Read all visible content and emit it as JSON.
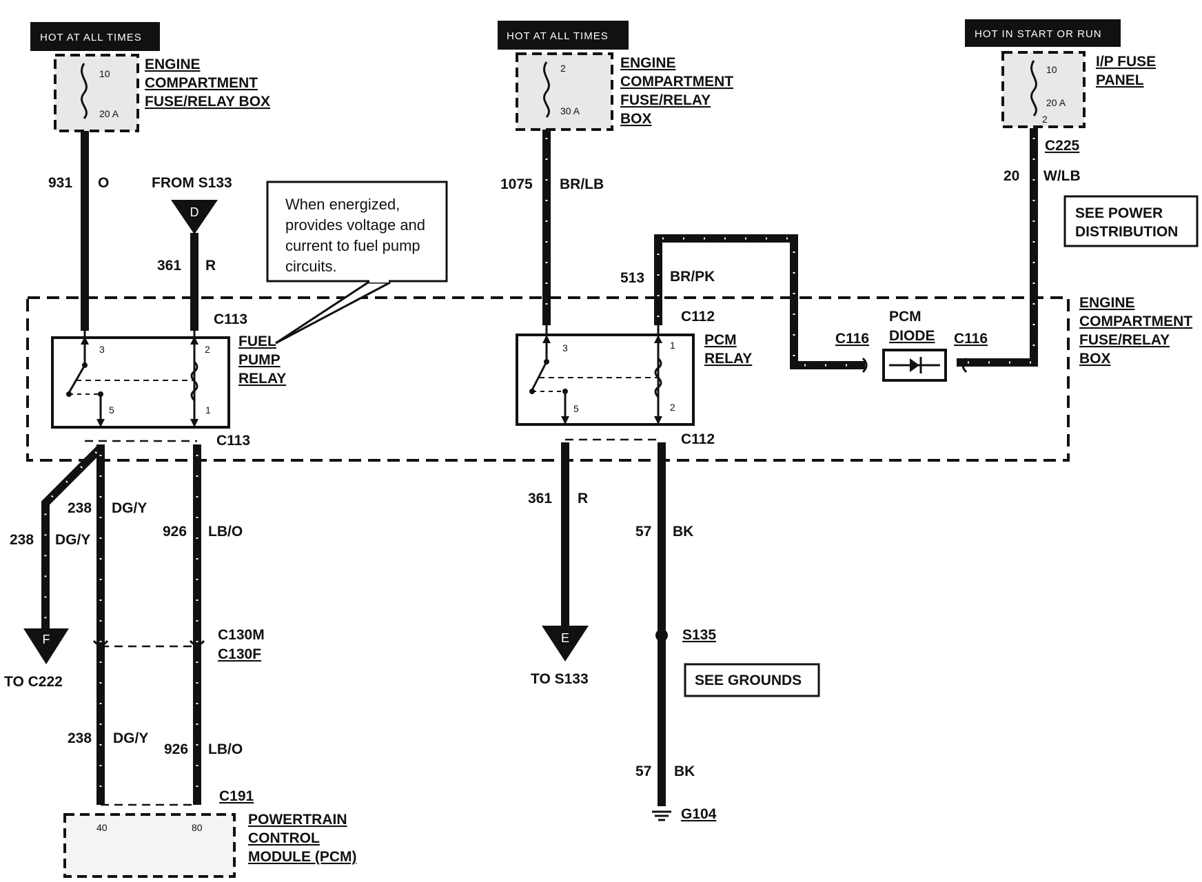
{
  "headers": {
    "hot1": "HOT AT ALL TIMES",
    "hot2": "HOT AT ALL TIMES",
    "hot3": "HOT IN START OR RUN"
  },
  "fuses": {
    "f1": {
      "num": "10",
      "amp": "20 A",
      "label": [
        "ENGINE",
        "COMPARTMENT",
        "FUSE/RELAY BOX"
      ]
    },
    "f2": {
      "num": "2",
      "amp": "30 A",
      "label": [
        "ENGINE",
        "COMPARTMENT",
        "FUSE/RELAY",
        "BOX"
      ]
    },
    "f3": {
      "num": "10",
      "amp": "20 A",
      "pin": "2",
      "label": [
        "I/P FUSE",
        "PANEL"
      ]
    }
  },
  "wires": {
    "w931": {
      "num": "931",
      "color": "O"
    },
    "w361a": {
      "num": "361",
      "color": "R"
    },
    "w1075": {
      "num": "1075",
      "color": "BR/LB"
    },
    "w513": {
      "num": "513",
      "color": "BR/PK"
    },
    "w20": {
      "num": "20",
      "color": "W/LB"
    },
    "w238a": {
      "num": "238",
      "color": "DG/Y"
    },
    "w238b": {
      "num": "238",
      "color": "DG/Y"
    },
    "w926a": {
      "num": "926",
      "color": "LB/O"
    },
    "w238c": {
      "num": "238",
      "color": "DG/Y"
    },
    "w926b": {
      "num": "926",
      "color": "LB/O"
    },
    "w361b": {
      "num": "361",
      "color": "R"
    },
    "w57a": {
      "num": "57",
      "color": "BK"
    },
    "w57b": {
      "num": "57",
      "color": "BK"
    }
  },
  "connectors": {
    "c113a": "C113",
    "c113b": "C113",
    "c112a": "C112",
    "c112b": "C112",
    "c116a": "C116",
    "c116b": "C116",
    "c225": "C225",
    "c130m": "C130M",
    "c130f": "C130F",
    "c191": "C191",
    "s135": "S135",
    "g104": "G104"
  },
  "from_s133": "FROM S133",
  "arrow_d": "D",
  "arrow_e": "E",
  "arrow_f": "F",
  "to_s133": "TO S133",
  "to_c222": "TO C222",
  "callout": [
    "When energized,",
    "provides voltage and",
    "current to fuel pump",
    "circuits."
  ],
  "relays": {
    "fuel": {
      "label": [
        "FUEL",
        "PUMP",
        "RELAY"
      ],
      "pins": [
        "3",
        "2",
        "5",
        "1"
      ]
    },
    "pcm": {
      "label": [
        "PCM",
        "RELAY"
      ],
      "pins": [
        "3",
        "1",
        "5",
        "2"
      ]
    }
  },
  "diode": [
    "PCM",
    "DIODE"
  ],
  "see_power": [
    "SEE POWER",
    "DISTRIBUTION"
  ],
  "see_grounds": "SEE GROUNDS",
  "engine_box": [
    "ENGINE",
    "COMPARTMENT",
    "FUSE/RELAY",
    "BOX"
  ],
  "pcm_module": {
    "label": [
      "POWERTRAIN",
      "CONTROL",
      "MODULE (PCM)"
    ],
    "pins": [
      "40",
      "80"
    ]
  }
}
